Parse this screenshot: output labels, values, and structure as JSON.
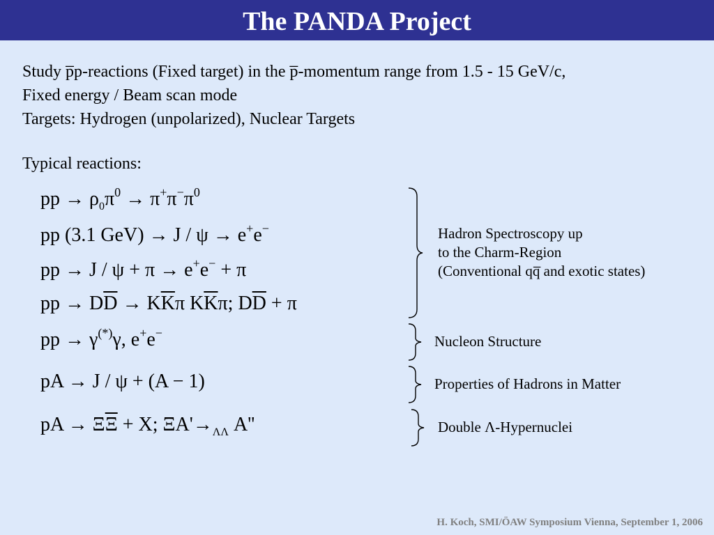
{
  "title": "The PANDA Project",
  "intro": {
    "line1": "Study p̅p-reactions (Fixed target) in the p̅-momentum range from 1.5 - 15 GeV/c,",
    "line2": "Fixed energy / Beam scan mode",
    "line3": "Targets: Hydrogen (unpolarized), Nuclear Targets"
  },
  "typical_label": "Typical reactions:",
  "equations": {
    "eq1": {
      "a": "pp → ρ",
      "b": "0",
      "c": "π",
      "d": "0",
      "e": " → π",
      "f": "+",
      "g": "π",
      "h": "−",
      "i": "π",
      "j": "0"
    },
    "eq2": {
      "a": "pp (3.1 GeV) → J / ψ → e",
      "b": "+",
      "c": "e",
      "d": "−"
    },
    "eq3": {
      "a": "pp → J / ψ + π → e",
      "b": "+",
      "c": "e",
      "d": "−",
      "e": " + π"
    },
    "eq4": {
      "a": "pp → D",
      "b": "D",
      "c": " → K",
      "d": "K",
      "e": "π K",
      "f": "K",
      "g": "π;  D",
      "h": "D",
      "i": " + π"
    },
    "eq5": {
      "a": "pp → γ",
      "b": "(*)",
      "c": "γ,  e",
      "d": "+",
      "e": "e",
      "f": "−"
    },
    "eq6": {
      "a": "pA → J / ψ + (A − 1)"
    },
    "eq7": {
      "a": "pA → Ξ",
      "b": "Ξ",
      "c": " + X;  ΞA'→",
      "d": "ΛΛ",
      "e": "  A''"
    }
  },
  "groups": {
    "spectroscopy": {
      "line1": "Hadron Spectroscopy up",
      "line2": "to the Charm-Region",
      "line3": "(Conventional qq̅ and exotic states)"
    },
    "nucleon": "Nucleon Structure",
    "matter": "Properties of Hadrons in Matter",
    "hypernuclei": "Double Λ-Hypernuclei"
  },
  "footer": "H. Koch, SMI/ÖAW Symposium Vienna, September 1, 2006"
}
